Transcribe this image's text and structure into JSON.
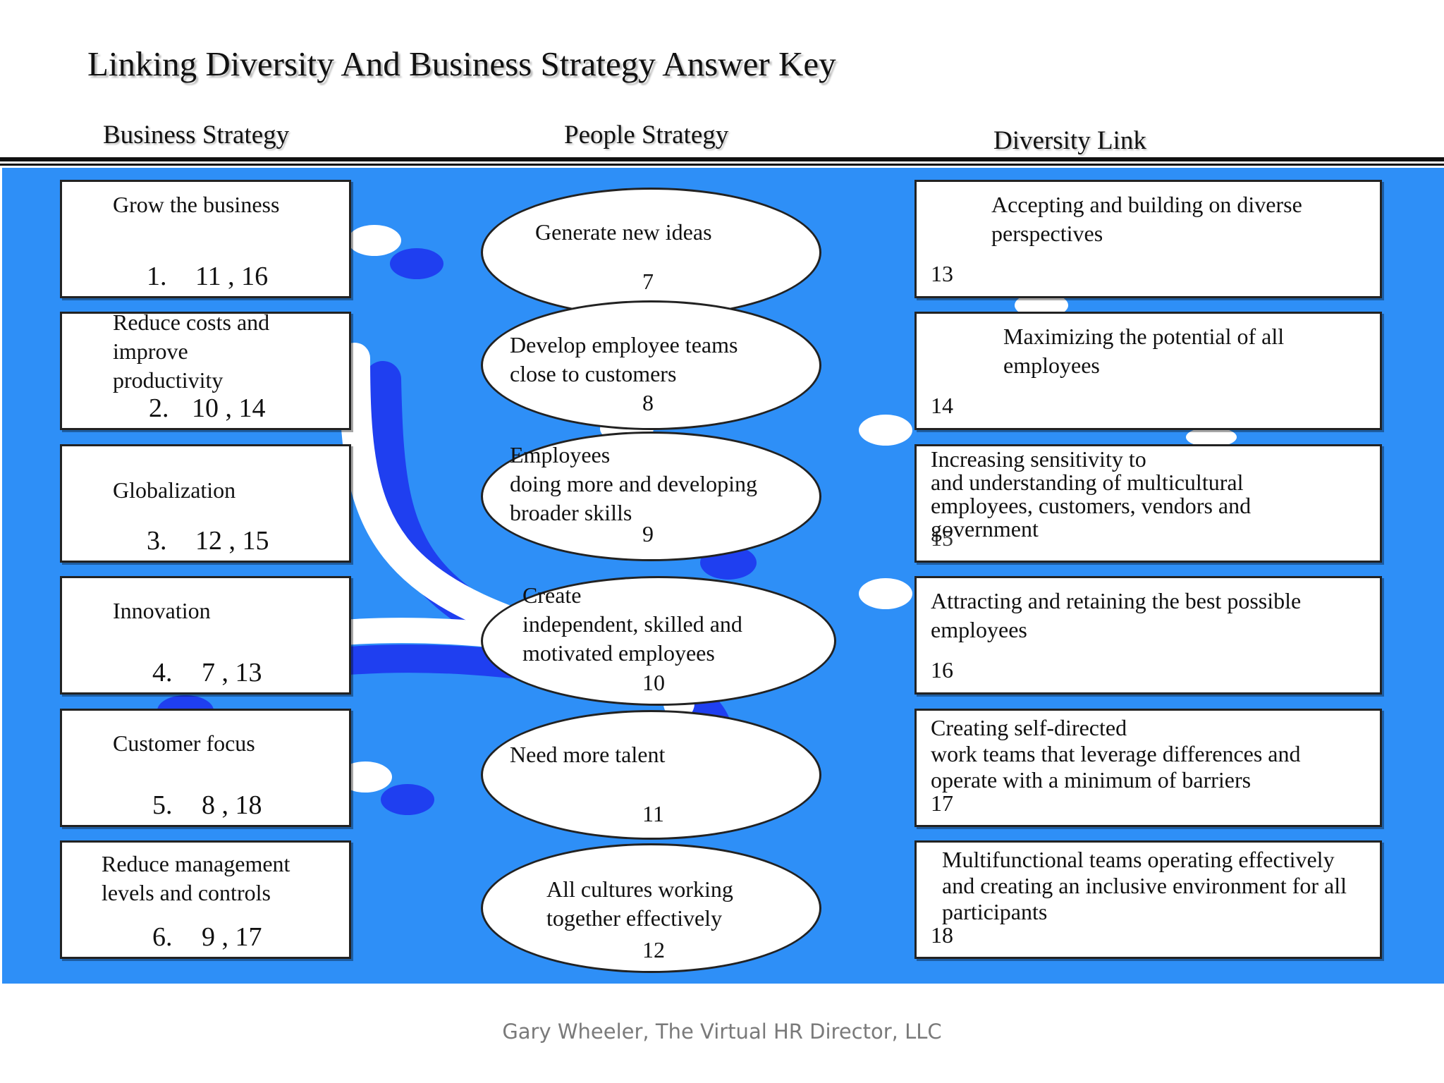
{
  "title": "Linking Diversity And Business Strategy Answer Key",
  "headers": {
    "business": "Business Strategy",
    "people": "People Strategy",
    "diversity": "Diversity Link"
  },
  "business_items": [
    {
      "label": "Grow the business",
      "num": "1.",
      "answer": "11 , 16"
    },
    {
      "label": "Reduce costs and\nimprove\nproductivity",
      "num": "2.",
      "answer": "10 , 14"
    },
    {
      "label": "Globalization",
      "num": "3.",
      "answer": "12 , 15"
    },
    {
      "label": "Innovation",
      "num": "4.",
      "answer": "7 , 13"
    },
    {
      "label": "Customer focus",
      "num": "5.",
      "answer": "8 , 18"
    },
    {
      "label": "Reduce management\nlevels and controls",
      "num": "6.",
      "answer": "9 , 17"
    }
  ],
  "people_items": [
    {
      "label": "Generate new ideas",
      "num": "7"
    },
    {
      "label": "Develop  employee teams\nclose to customers",
      "num": "8"
    },
    {
      "label": "Employees\ndoing more and developing\nbroader skills",
      "num": "9"
    },
    {
      "label": "Create\nindependent, skilled and\nmotivated employees",
      "num": "10"
    },
    {
      "label": "Need more talent",
      "num": "11"
    },
    {
      "label": "All cultures working\ntogether effectively",
      "num": "12"
    }
  ],
  "diversity_items": [
    {
      "label": "Accepting and building on diverse\nperspectives",
      "num": "13"
    },
    {
      "label": "Maximizing the potential of all\nemployees",
      "num": "14"
    },
    {
      "label": "Increasing sensitivity to\nand understanding of multicultural\nemployees, customers, vendors and\ngovernment",
      "num": "15"
    },
    {
      "label": "Attracting and retaining the best  possible\nemployees",
      "num": "16"
    },
    {
      "label": "Creating self-directed\nwork teams that leverage differences and\noperate with a minimum of barriers",
      "num": "17"
    },
    {
      "label": "Multifunctional teams operating effectively\nand creating an inclusive environment for all\nparticipants",
      "num": "18"
    }
  ],
  "footer": "Gary Wheeler, The Virtual HR Director, LLC",
  "colors": {
    "panel": "#2e8ff7",
    "accent_dark": "#1f3ff0",
    "box": "#ffffff"
  }
}
